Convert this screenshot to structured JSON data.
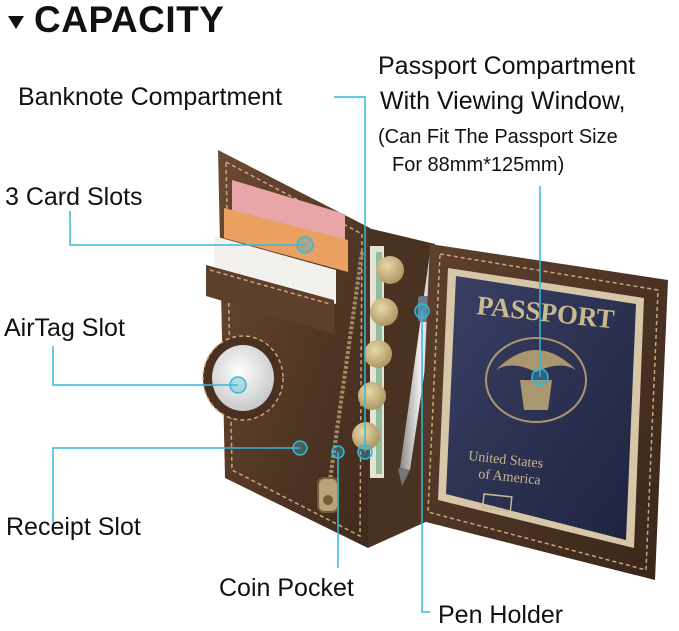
{
  "header": {
    "title": "CAPACITY"
  },
  "labels": {
    "banknote": "Banknote Compartment",
    "card_slots": "3 Card Slots",
    "airtag": "AirTag Slot",
    "receipt": "Receipt Slot",
    "coin": "Coin Pocket",
    "pen": "Pen Holder",
    "passport_line1": "Passport Compartment",
    "passport_line2": "With Viewing Window,",
    "passport_note1": "(Can Fit The Passport Size",
    "passport_note2": "For 88mm*125mm)"
  },
  "passport_cover": {
    "title": "PASSPORT",
    "line1": "United States",
    "line2": "of America"
  },
  "colors": {
    "leader_line": "#35b8d8",
    "leather": "#5a3d2b",
    "passport": "#2a2f4e"
  }
}
